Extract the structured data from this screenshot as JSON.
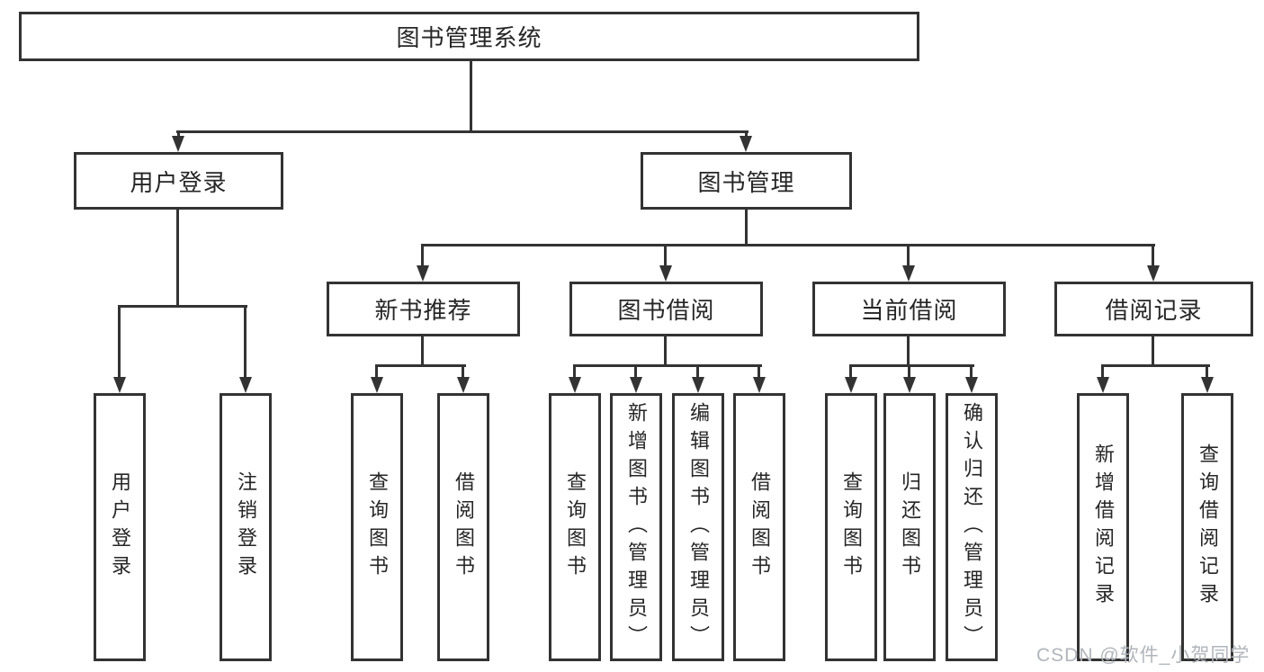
{
  "tree": {
    "label": "图书管理系统",
    "children": [
      {
        "label": "用户登录",
        "children": [
          {
            "label": "用户登录"
          },
          {
            "label": "注销登录"
          }
        ]
      },
      {
        "label": "图书管理",
        "children": [
          {
            "label": "新书推荐",
            "children": [
              {
                "label": "查询图书"
              },
              {
                "label": "借阅图书"
              }
            ]
          },
          {
            "label": "图书借阅",
            "children": [
              {
                "label": "查询图书"
              },
              {
                "label": "新增图书（管理员）"
              },
              {
                "label": "编辑图书（管理员）"
              },
              {
                "label": "借阅图书"
              }
            ]
          },
          {
            "label": "当前借阅",
            "children": [
              {
                "label": "查询图书"
              },
              {
                "label": "归还图书"
              },
              {
                "label": "确认归还（管理员）"
              }
            ]
          },
          {
            "label": "借阅记录",
            "children": [
              {
                "label": "新增借阅记录"
              },
              {
                "label": "查询借阅记录"
              }
            ]
          }
        ]
      }
    ]
  },
  "watermark": {
    "text": "CSDN @软件_小贺同学"
  },
  "colors": {
    "line": "#333333",
    "box_border": "#333333",
    "text": "#262626",
    "background": "#ffffff",
    "watermark": "#b1b5bb"
  }
}
